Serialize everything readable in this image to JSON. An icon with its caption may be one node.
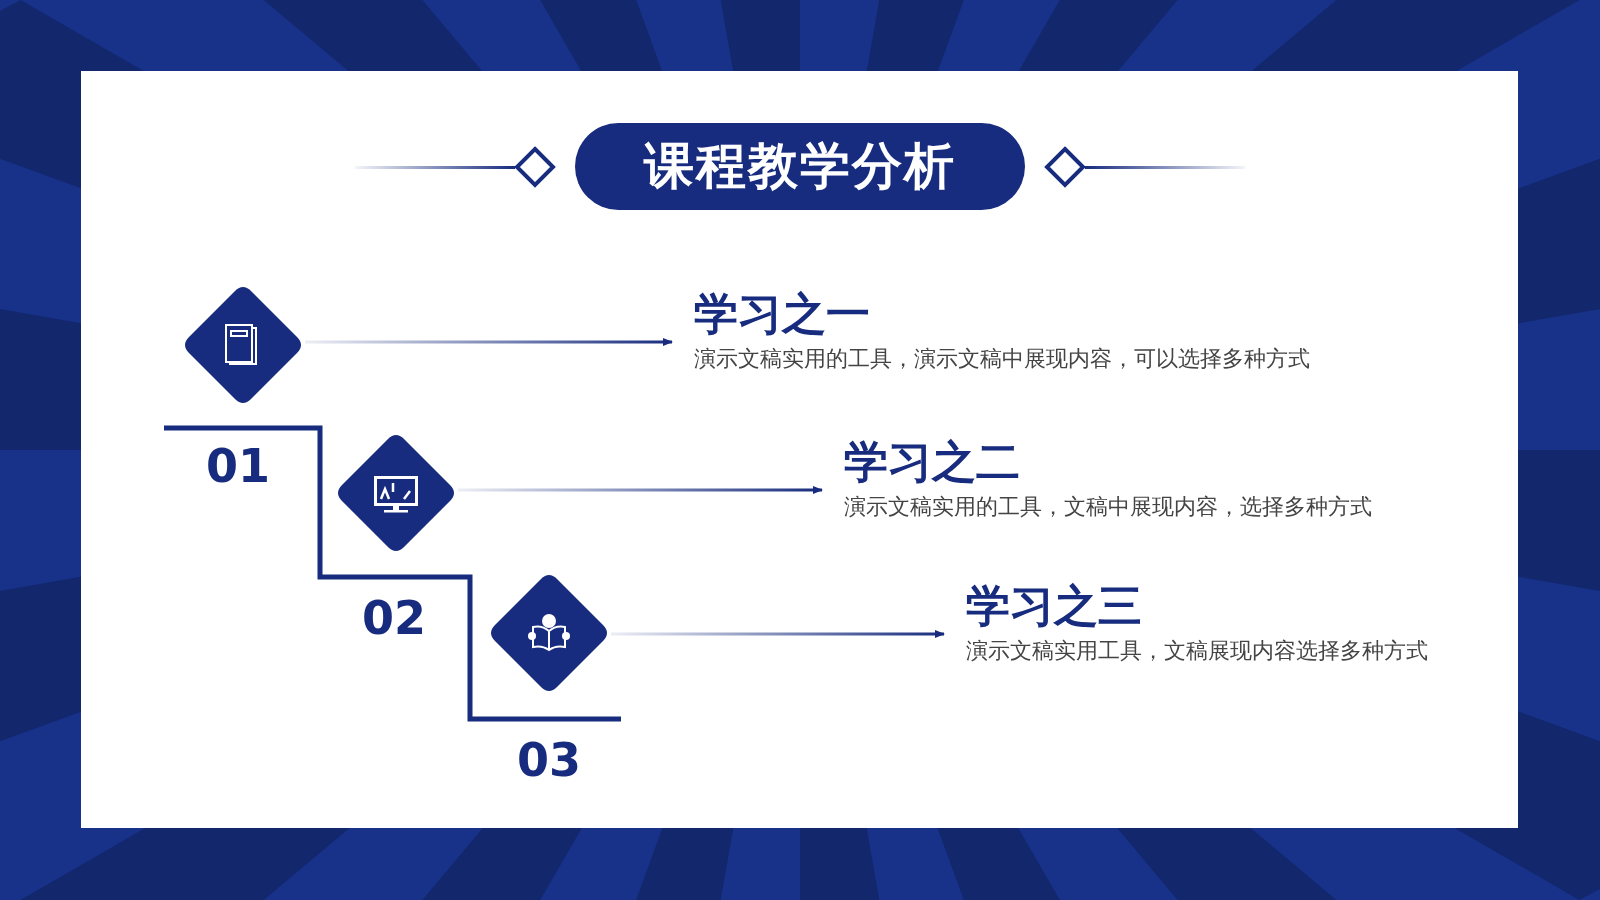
{
  "diagram": {
    "title": "课程教学分析",
    "nodes": [
      {
        "text": [],
        "shape": "diamond"
      },
      {
        "text": [
          "学习之一",
          "演示文稿实用的工具，演示文稿中展现内容，可以选择多种方式"
        ]
      },
      {
        "text": [],
        "shape": "diamond"
      },
      {
        "text": [
          "学习之二",
          "演示文稿实用的工具，文稿中展现内容，选择多种方式"
        ]
      },
      {
        "text": [],
        "shape": "diamond"
      },
      {
        "text": [
          "学习之三",
          "演示文稿实用工具，文稿展现内容选择多种方式"
        ]
      }
    ],
    "edges": [
      {
        "from": 0,
        "to": 1,
        "arrow": "to"
      },
      {
        "from": 2,
        "to": 3,
        "arrow": "to"
      },
      {
        "from": 4,
        "to": 5,
        "arrow": "to"
      }
    ],
    "labels": [
      "01",
      "02",
      "03"
    ]
  }
}
